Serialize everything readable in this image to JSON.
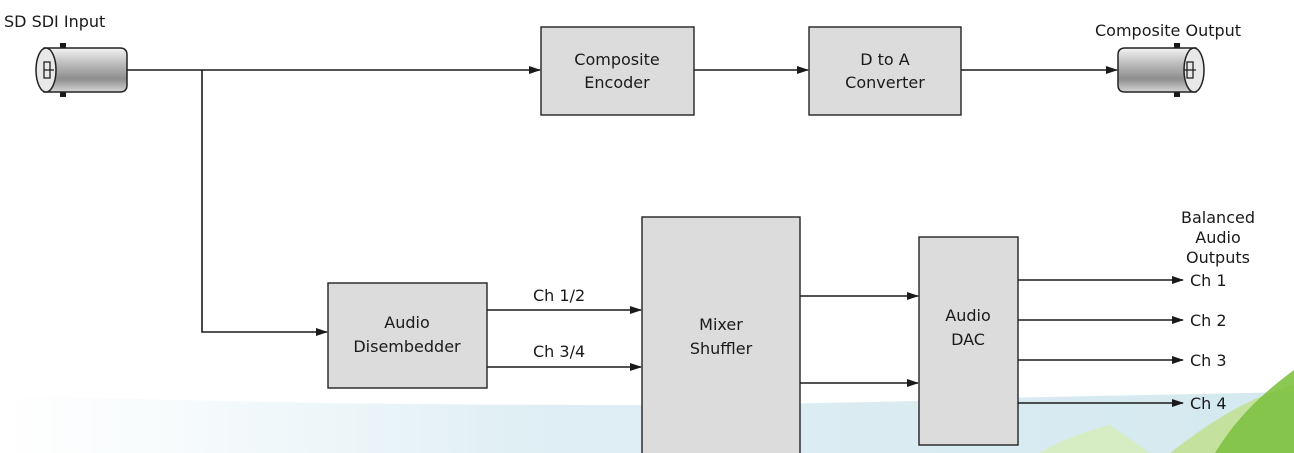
{
  "input": {
    "label": "SD SDI Input"
  },
  "output": {
    "label": "Composite Output"
  },
  "blocks": {
    "composite_encoder": {
      "line1": "Composite",
      "line2": "Encoder"
    },
    "d_to_a": {
      "line1": "D to A",
      "line2": "Converter"
    },
    "audio_disembedder": {
      "line1": "Audio",
      "line2": "Disembedder"
    },
    "mixer_shuffler": {
      "line1": "Mixer",
      "line2": "Shuffler"
    },
    "audio_dac": {
      "line1": "Audio",
      "line2": "DAC"
    }
  },
  "channels": {
    "ch12": "Ch 1/2",
    "ch34": "Ch 3/4"
  },
  "balanced": {
    "line1": "Balanced",
    "line2": "Audio",
    "line3": "Outputs"
  },
  "outputs": [
    "Ch 1",
    "Ch 2",
    "Ch 3",
    "Ch 4"
  ]
}
